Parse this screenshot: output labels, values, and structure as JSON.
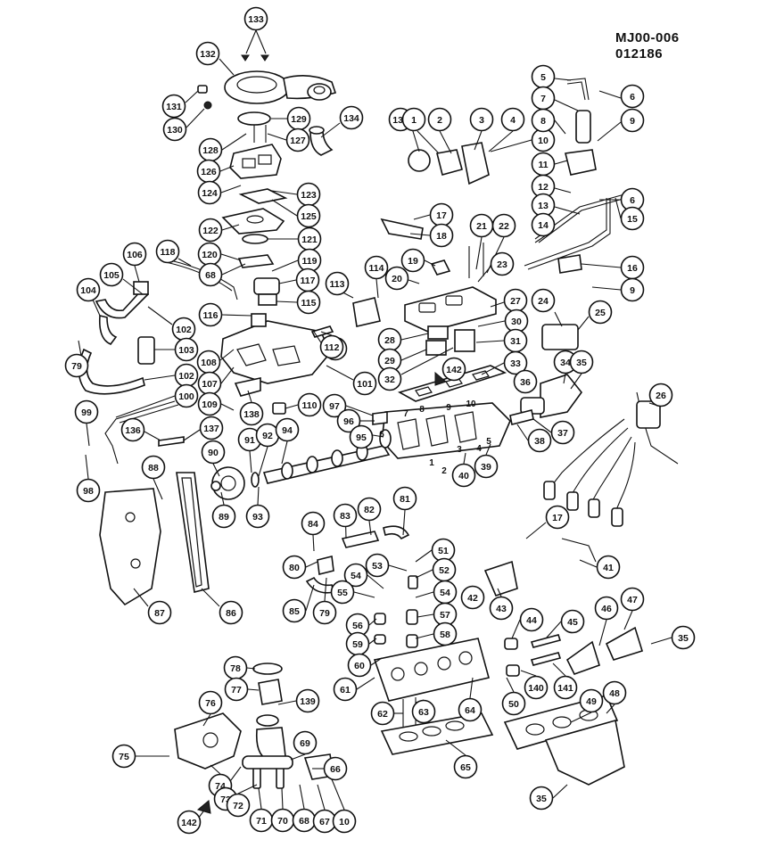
{
  "header": {
    "code": "MJ00-006",
    "sub": "012186"
  },
  "callouts": [
    "133",
    "132",
    "131",
    "130",
    "129",
    "128",
    "127",
    "134",
    "126",
    "124",
    "123",
    "125",
    "122",
    "121",
    "120",
    "68",
    "119",
    "118",
    "117",
    "106",
    "105",
    "104",
    "116",
    "115",
    "102",
    "103",
    "79",
    "108",
    "111",
    "107",
    "101",
    "102",
    "100",
    "109",
    "138",
    "110",
    "112",
    "113",
    "114",
    "99",
    "136",
    "137",
    "91",
    "92",
    "94",
    "98",
    "90",
    "88",
    "89",
    "93",
    "87",
    "86",
    "135",
    "1",
    "2",
    "3",
    "4",
    "10",
    "5",
    "6",
    "7",
    "8",
    "9",
    "11",
    "12",
    "6",
    "13",
    "14",
    "15",
    "16",
    "9",
    "17",
    "18",
    "19",
    "20",
    "21",
    "22",
    "23",
    "27",
    "30",
    "28",
    "29",
    "31",
    "32",
    "142",
    "33",
    "24",
    "25",
    "34",
    "35",
    "36",
    "26",
    "97",
    "96",
    "95",
    "38",
    "37",
    "39",
    "40",
    "81",
    "82",
    "83",
    "84",
    "80",
    "85",
    "79",
    "51",
    "52",
    "53",
    "54",
    "55",
    "54",
    "56",
    "57",
    "59",
    "58",
    "60",
    "17",
    "41",
    "42",
    "43",
    "44",
    "45",
    "46",
    "47",
    "35",
    "140",
    "141",
    "61",
    "62",
    "63",
    "64",
    "50",
    "65",
    "49",
    "48",
    "35",
    "78",
    "77",
    "139",
    "76",
    "75",
    "74",
    "73",
    "69",
    "66",
    "72",
    "71",
    "70",
    "68",
    "67",
    "10",
    "142"
  ],
  "inline_numbers": [
    "7",
    "8",
    "9",
    "10",
    "6",
    "1",
    "2",
    "3",
    "4",
    "5"
  ]
}
